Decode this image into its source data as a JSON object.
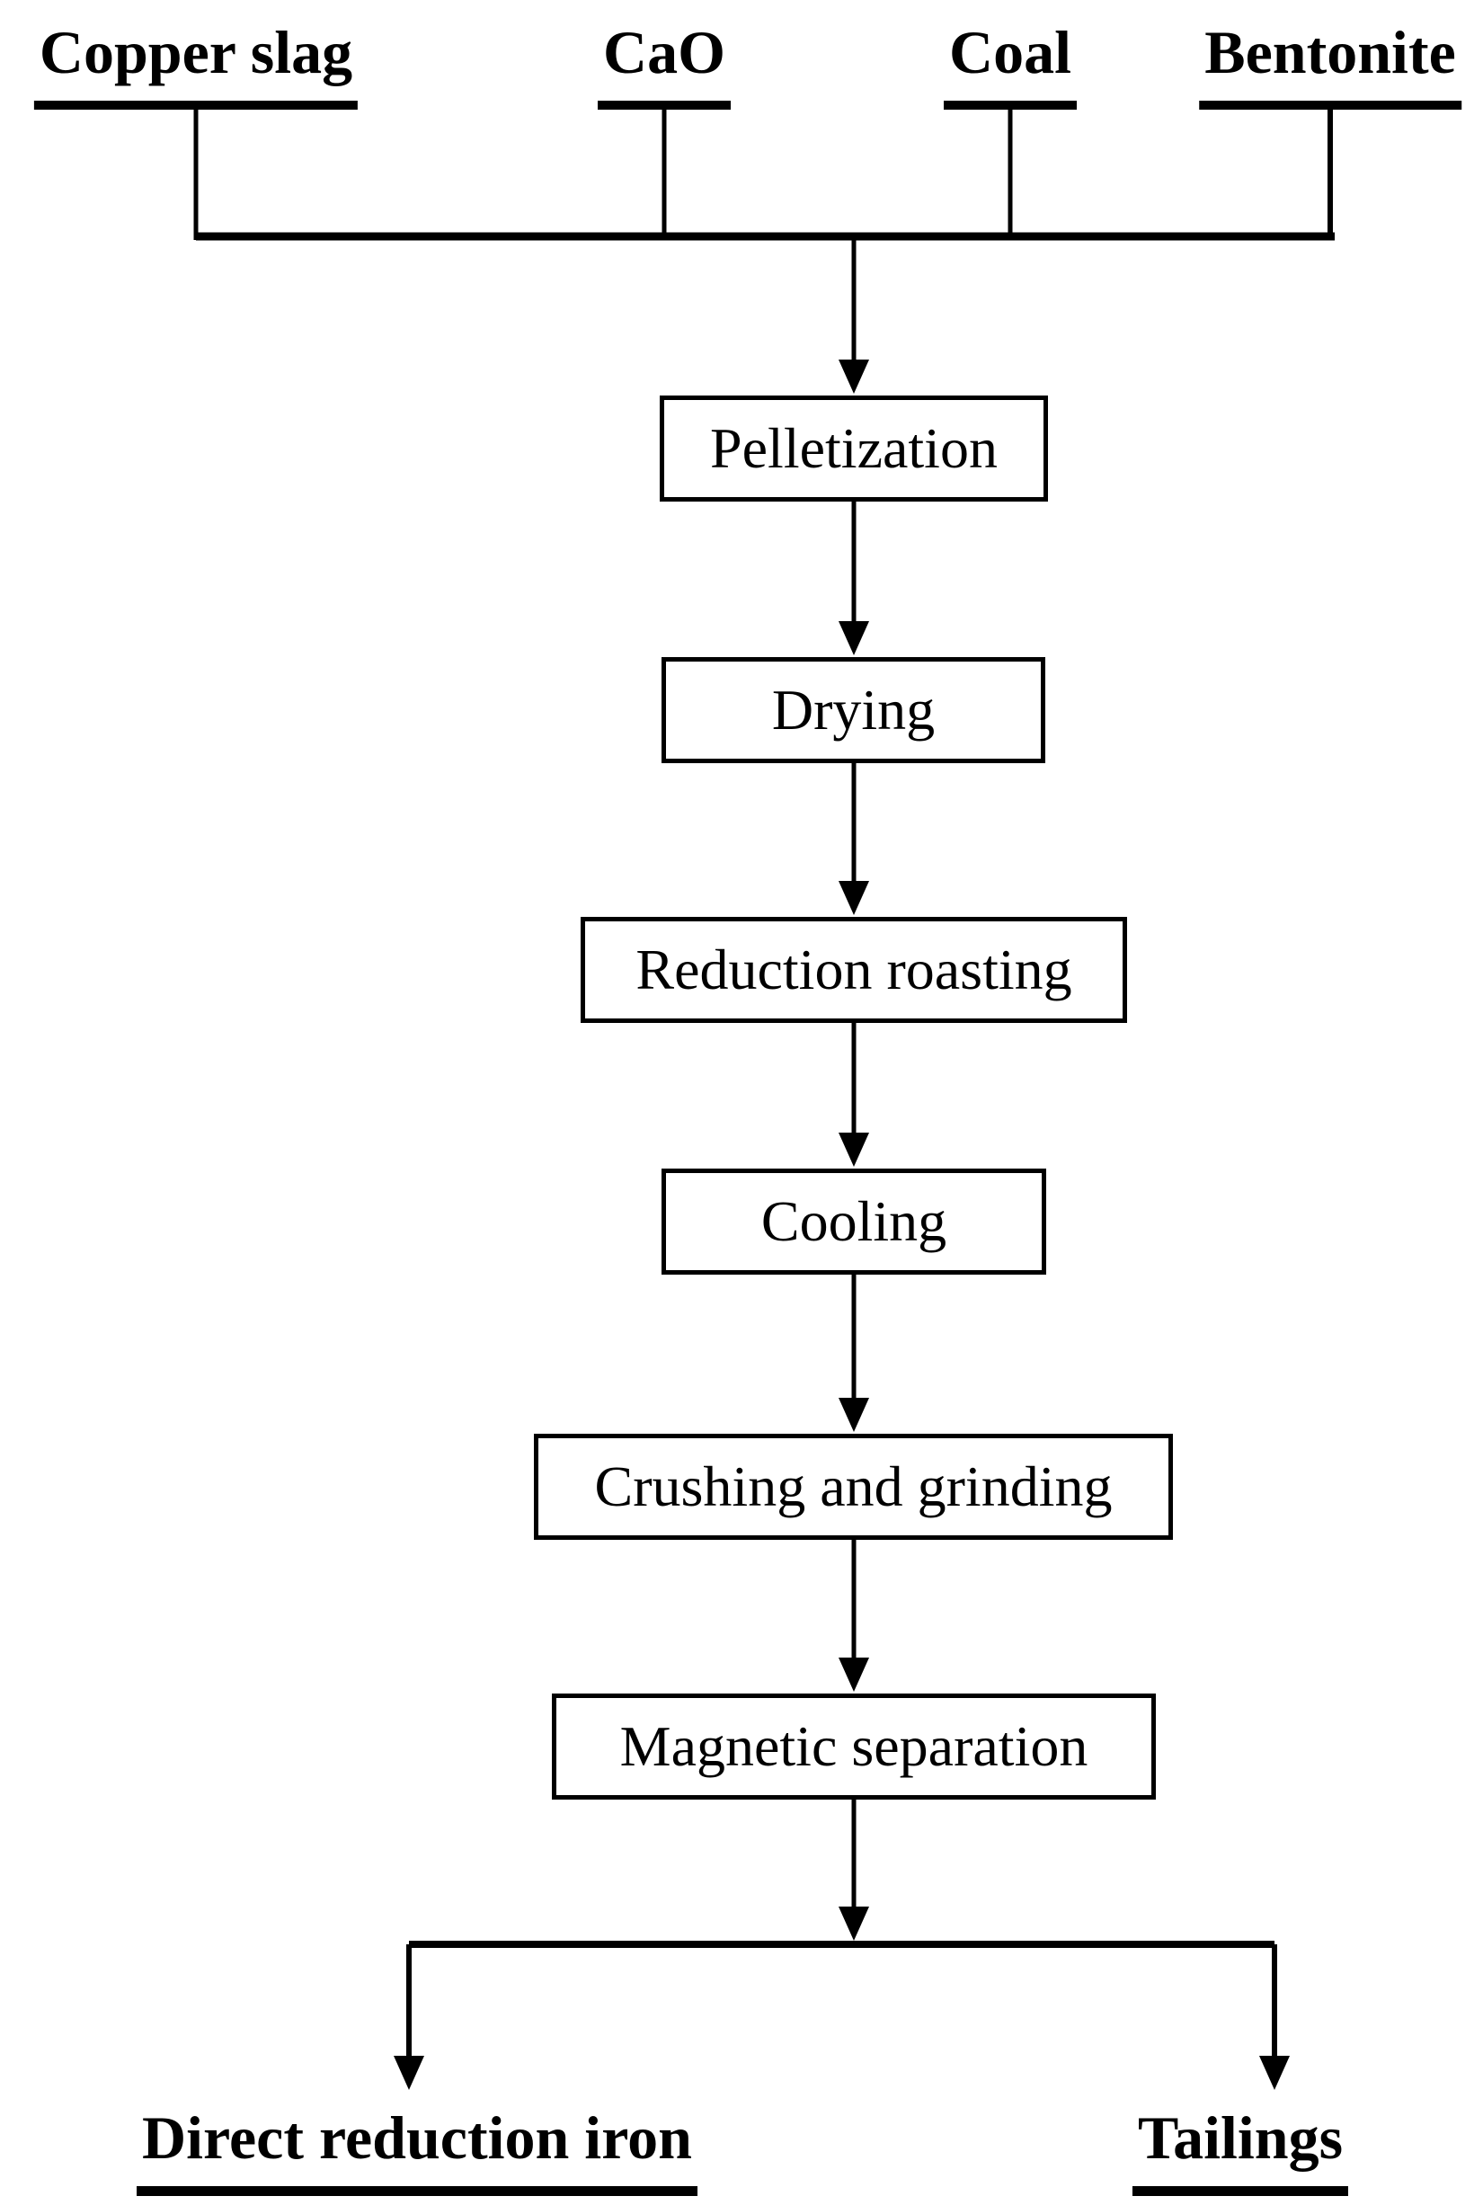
{
  "flowchart": {
    "inputs": [
      {
        "label": "Copper slag"
      },
      {
        "label": "CaO"
      },
      {
        "label": "Coal"
      },
      {
        "label": "Bentonite"
      }
    ],
    "steps": [
      {
        "label": "Pelletization"
      },
      {
        "label": "Drying"
      },
      {
        "label": "Reduction roasting"
      },
      {
        "label": "Cooling"
      },
      {
        "label": "Crushing and grinding"
      },
      {
        "label": "Magnetic separation"
      }
    ],
    "outputs": [
      {
        "label": "Direct reduction iron"
      },
      {
        "label": "Tailings"
      }
    ],
    "colors": {
      "ink": "#000000",
      "background": "#ffffff",
      "box_fill": "#ffffff"
    }
  }
}
